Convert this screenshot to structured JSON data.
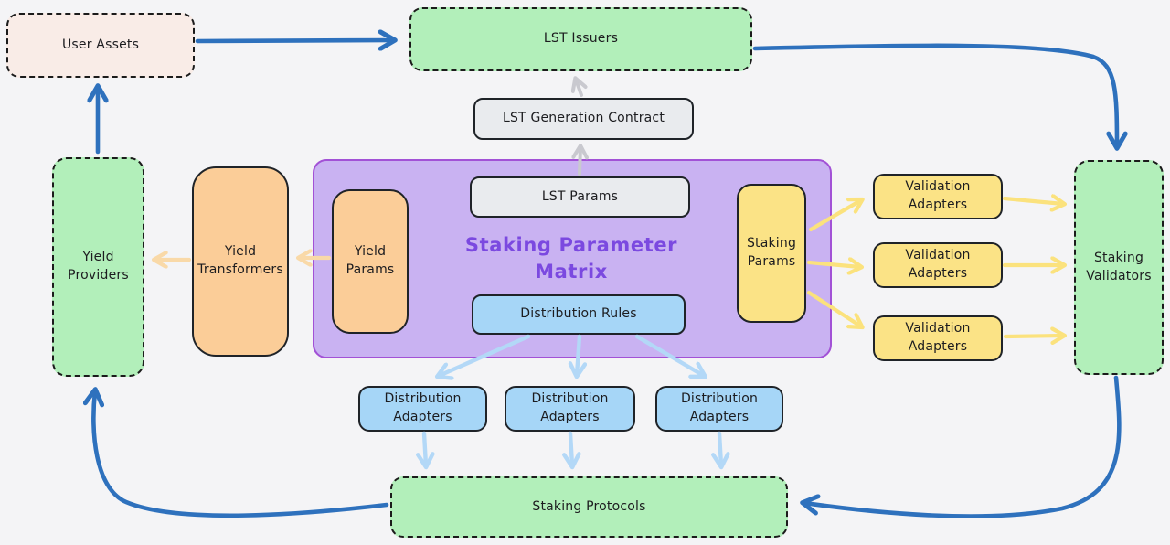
{
  "diagram": {
    "title": "Staking Parameter Matrix",
    "nodes": {
      "user_assets": {
        "label": "User Assets"
      },
      "lst_issuers": {
        "label": "LST Issuers"
      },
      "lst_generation_contract": {
        "label": "LST Generation Contract"
      },
      "lst_params": {
        "label": "LST Params"
      },
      "yield_params": {
        "label": "Yield Params"
      },
      "staking_params": {
        "label": "Staking Params"
      },
      "distribution_rules": {
        "label": "Distribution Rules"
      },
      "yield_transformers": {
        "label": "Yield Transformers"
      },
      "yield_providers": {
        "label": "Yield Providers"
      },
      "staking_validators": {
        "label": "Staking Validators"
      },
      "staking_protocols": {
        "label": "Staking Protocols"
      }
    },
    "validation_adapters": [
      {
        "label": "Validation Adapters"
      },
      {
        "label": "Validation Adapters"
      },
      {
        "label": "Validation Adapters"
      }
    ],
    "distribution_adapters": [
      {
        "label": "Distribution Adapters"
      },
      {
        "label": "Distribution Adapters"
      },
      {
        "label": "Distribution Adapters"
      }
    ],
    "colors": {
      "background": "#f4f4f6",
      "green_fill": "#b2efba",
      "pink_fill": "#f9ece7",
      "gray_fill": "#e9ebee",
      "orange_fill": "#fbcd98",
      "yellow_fill": "#fbe386",
      "blue_fill": "#a6d6f7",
      "matrix_fill": "#c9b2f2",
      "matrix_border": "#a251d6",
      "title_text": "#7b49e0",
      "arrow_blue": "#2e71bd",
      "arrow_gray": "#c9c9cf",
      "arrow_orange": "#f9d9a8",
      "arrow_yellow": "#fbe27d",
      "arrow_lightblue": "#b3d8f7"
    }
  }
}
